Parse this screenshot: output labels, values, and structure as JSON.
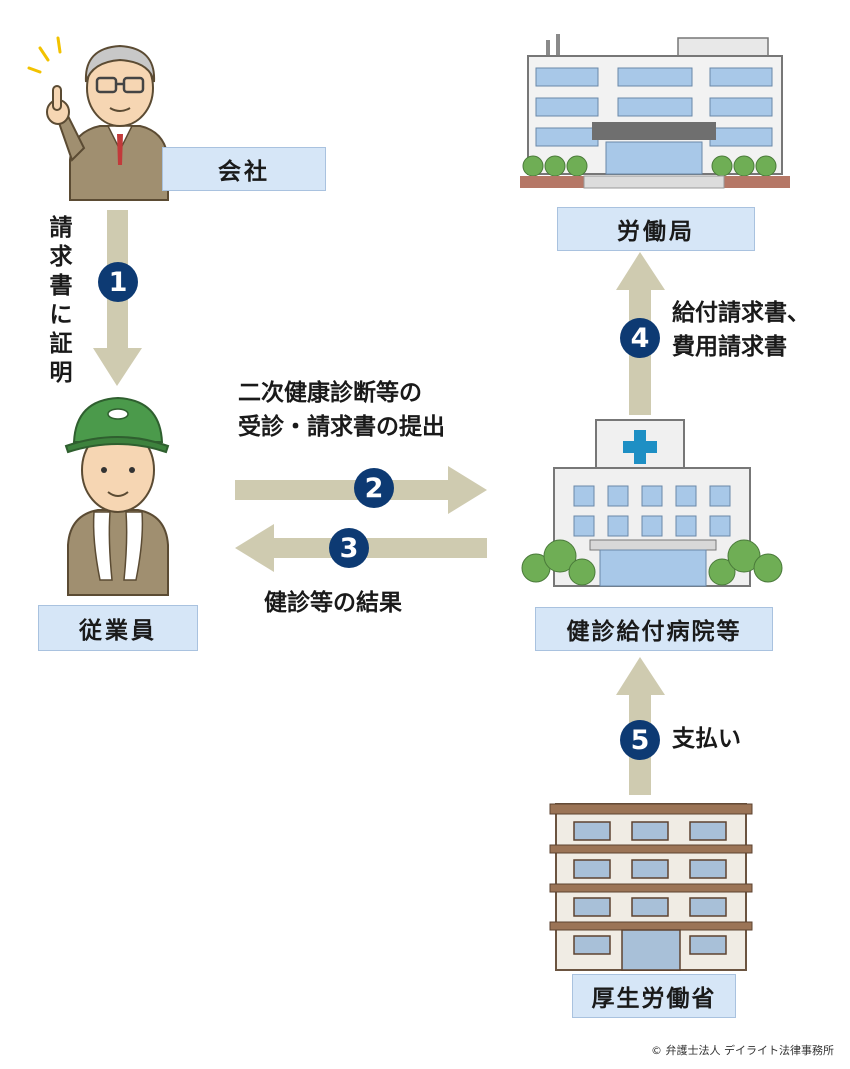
{
  "nodes": {
    "company": "会社",
    "employee": "従業員",
    "labor_bureau": "労働局",
    "hospital": "健診給付病院等",
    "ministry": "厚生労働省"
  },
  "steps": {
    "s1": {
      "num": "1",
      "label": "請求書に証明"
    },
    "s2": {
      "num": "2",
      "line1": "二次健康診断等の",
      "line2": "受診・請求書の提出"
    },
    "s3": {
      "num": "3",
      "label": "健診等の結果"
    },
    "s4": {
      "num": "4",
      "line1": "給付請求書、",
      "line2": "費用請求書"
    },
    "s5": {
      "num": "5",
      "label": "支払い"
    }
  },
  "copyright": "© 弁護士法人 デイライト法律事務所",
  "colors": {
    "arrow": "#cfcbb0",
    "badge": "#0d3a73",
    "label_bg": "#d6e6f7",
    "label_border": "#a9c2df"
  }
}
